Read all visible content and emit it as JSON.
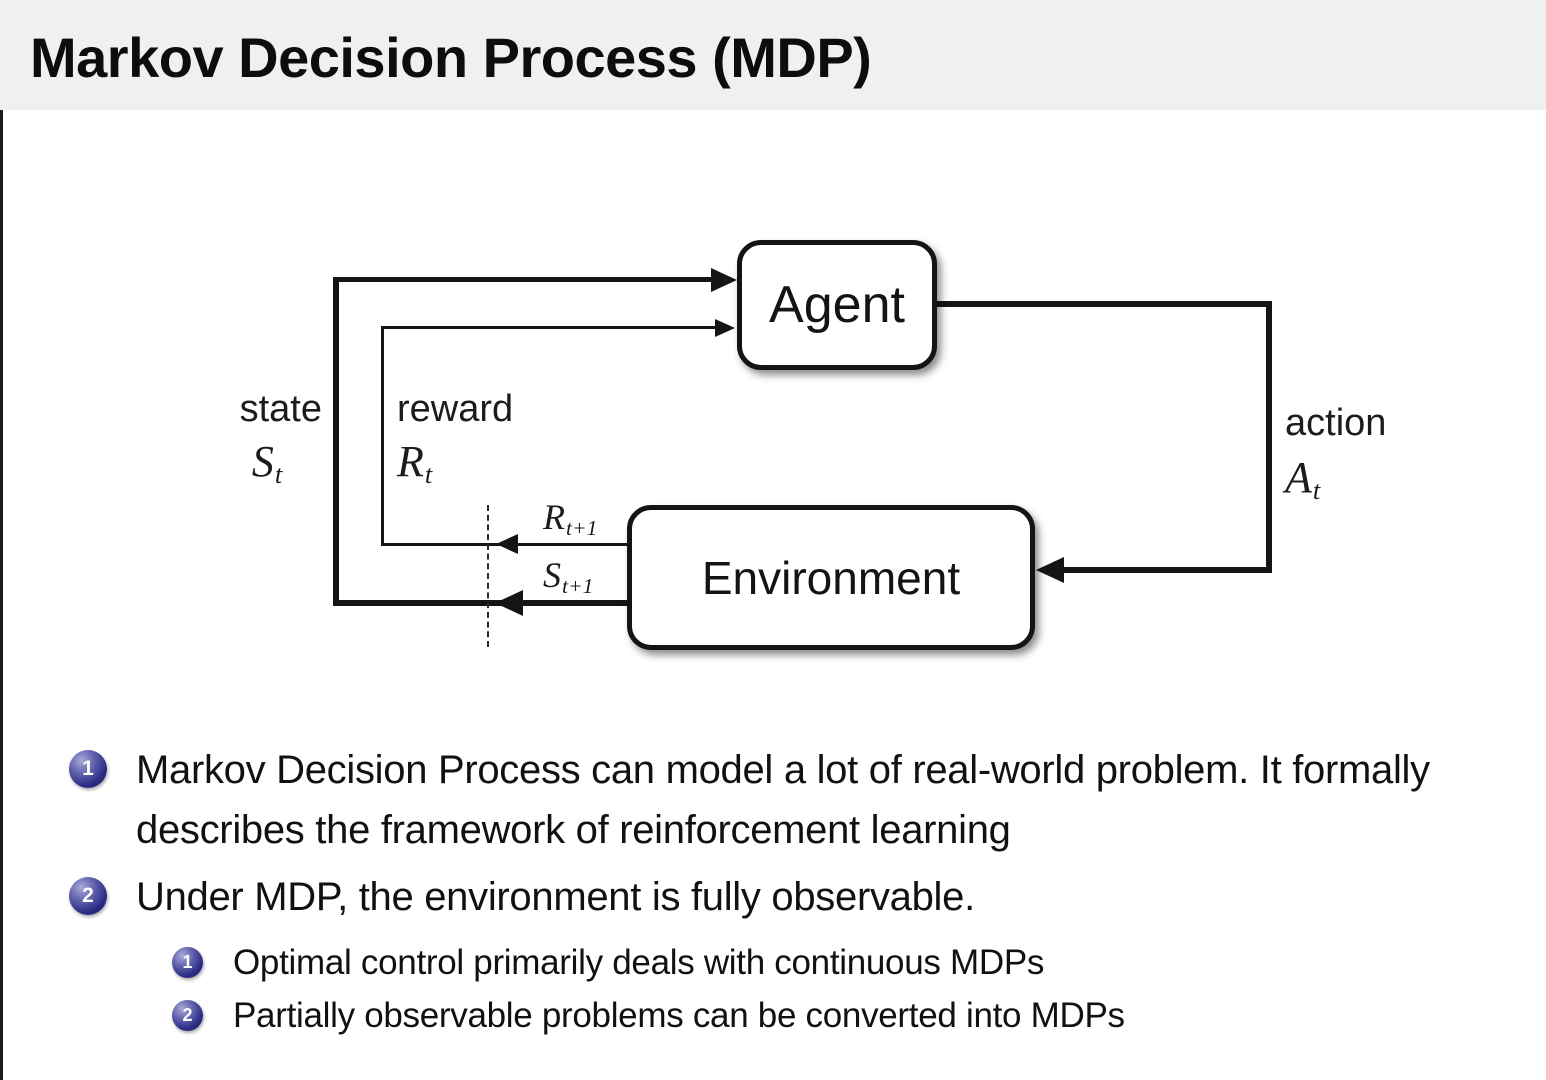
{
  "slide": {
    "title": "Markov Decision Process (MDP)"
  },
  "colors": {
    "title_bar_bg": "#f0f0f0",
    "ink": "#141414",
    "bullet_ball_blue": "#2b2b86",
    "background": "#ffffff"
  },
  "diagram": {
    "agent_label": "Agent",
    "environment_label": "Environment",
    "state": {
      "word": "state",
      "sym": "S",
      "sub": "t"
    },
    "reward": {
      "word": "reward",
      "sym": "R",
      "sub": "t"
    },
    "action": {
      "word": "action",
      "sym": "A",
      "sub": "t"
    },
    "next_reward": {
      "sym": "R",
      "sub": "t+1"
    },
    "next_state": {
      "sym": "S",
      "sub": "t+1"
    }
  },
  "bullets": [
    {
      "num": "1",
      "text": "Markov Decision Process can model a lot of real-world problem. It formally describes the framework of reinforcement learning"
    },
    {
      "num": "2",
      "text": "Under MDP, the environment is fully observable.",
      "sub": [
        {
          "num": "1",
          "text": "Optimal control primarily deals with continuous MDPs"
        },
        {
          "num": "2",
          "text": "Partially observable problems can be converted into MDPs"
        }
      ]
    }
  ]
}
